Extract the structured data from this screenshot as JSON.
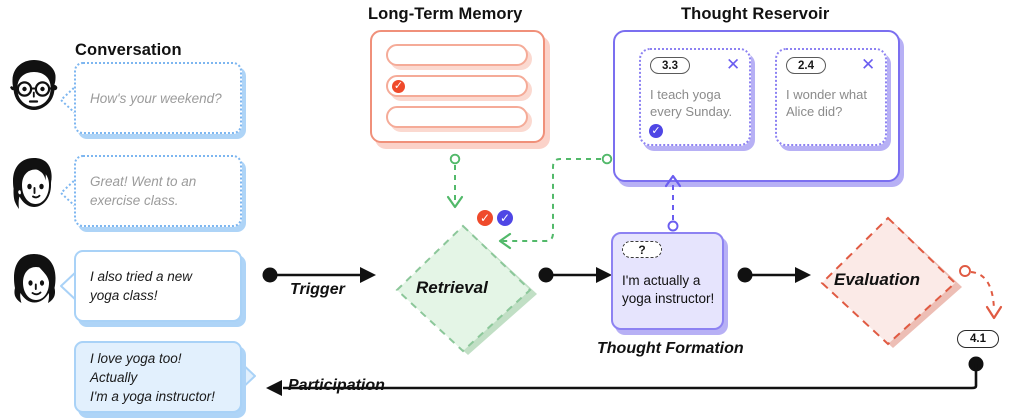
{
  "diagram": {
    "title_conversation": "Conversation",
    "title_ltm": "Long-Term Memory",
    "title_reservoir": "Thought Reservoir"
  },
  "conversation": {
    "messages": [
      {
        "speaker": "avatar-glasses-person",
        "text": "How's your weekend?",
        "style": "incoming-dotted"
      },
      {
        "speaker": "avatar-ponytail-person",
        "text_line1": "Great! Went to an",
        "text_line2": "exercise class.",
        "style": "incoming-dotted"
      },
      {
        "speaker": "avatar-bob-person",
        "text_line1": "I also tried a new",
        "text_line2": "yoga class!",
        "style": "incoming-solid"
      },
      {
        "speaker": "agent",
        "text_line1": "I love yoga too! Actually",
        "text_line2": "I'm a yoga instructor!",
        "style": "outgoing-filled"
      }
    ]
  },
  "long_term_memory": {
    "rows": [
      {
        "checked": false
      },
      {
        "checked": true,
        "check_icon": "check-circle-icon"
      },
      {
        "checked": false
      }
    ]
  },
  "thought_reservoir": {
    "cards": [
      {
        "score": "3.3",
        "text_line1": "I teach yoga",
        "text_line2": "every Sunday.",
        "close_icon": "close-icon",
        "selected": true,
        "check_icon": "check-circle-icon"
      },
      {
        "score": "2.4",
        "text_line1": "I wonder what",
        "text_line2": "Alice did?",
        "close_icon": "close-icon",
        "selected": false
      }
    ]
  },
  "thought_formation": {
    "label": "Thought Formation",
    "placeholder_badge": "?",
    "text_line1": "I'm actually a",
    "text_line2": "yoga instructor!"
  },
  "nodes": {
    "retrieval": "Retrieval",
    "evaluation": "Evaluation"
  },
  "flows": {
    "trigger": "Trigger",
    "participation": "Participation"
  },
  "evaluation_output": {
    "score": "4.1"
  },
  "markers": {
    "retrieval_check_red": "check-circle-icon",
    "retrieval_check_blue": "check-circle-icon"
  },
  "colors": {
    "memory_red": "#f0907a",
    "reservoir_purple": "#7b6ff0",
    "retrieval_green": "#7fc08a",
    "evaluation_red": "#e05a42",
    "bubble_blue": "#a9d2f7",
    "link_green": "#52b96a",
    "check_red": "#ef4a2b",
    "check_blue": "#4f46e5"
  }
}
